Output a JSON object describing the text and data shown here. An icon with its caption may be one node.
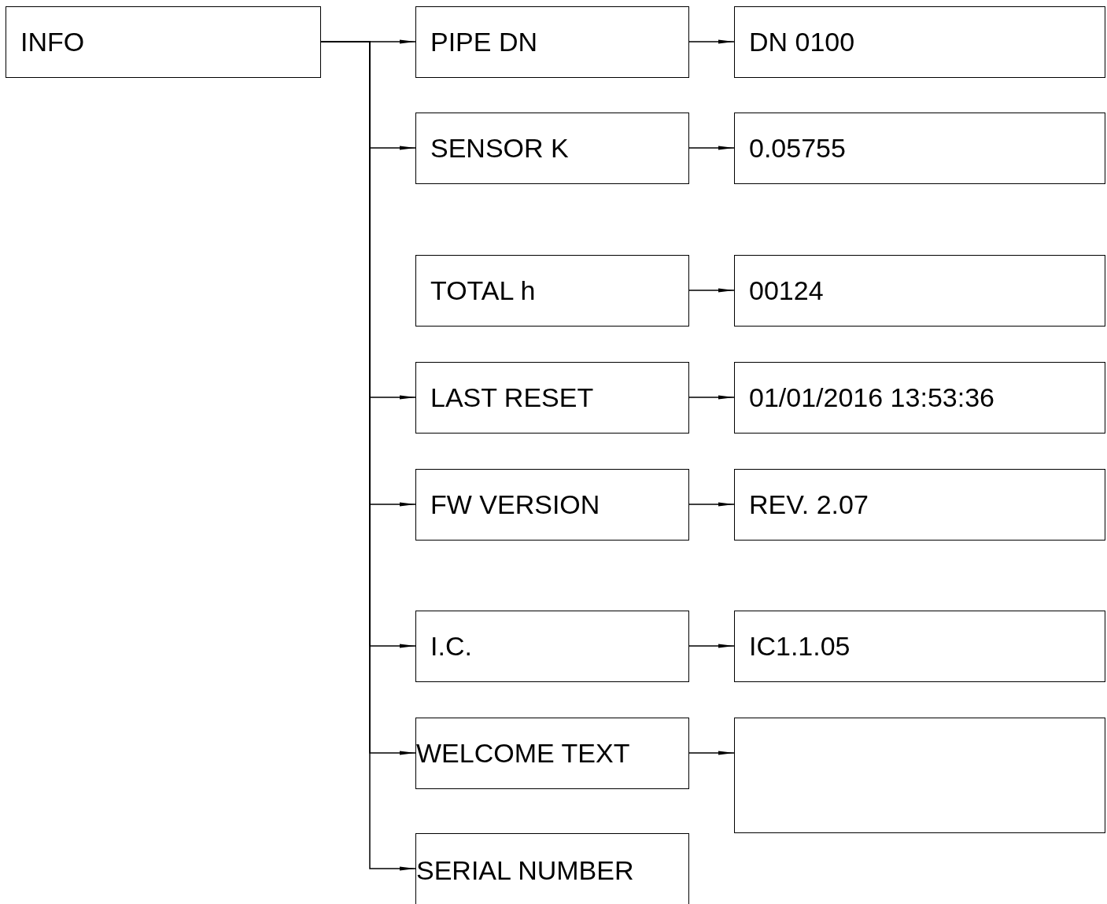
{
  "diagram": {
    "nodes": [
      {
        "text": [
          "INFO"
        ]
      },
      {
        "text": [
          "PIPE DN"
        ]
      },
      {
        "text": [
          "DN 0100"
        ]
      },
      {
        "text": [
          "SENSOR K"
        ]
      },
      {
        "text": [
          "0.05755"
        ]
      },
      {
        "text": [
          "TOTAL h"
        ]
      },
      {
        "text": [
          "00124"
        ]
      },
      {
        "text": [
          "LAST RESET"
        ]
      },
      {
        "text": [
          "01/01/2016 13:53:36"
        ]
      },
      {
        "text": [
          "FW VERSION"
        ]
      },
      {
        "text": [
          "REV. 2.07"
        ]
      },
      {
        "text": [
          "I.C."
        ]
      },
      {
        "text": [
          "IC1.1.05"
        ]
      },
      {
        "text": [
          "WELCOME TEXT"
        ]
      },
      {
        "text": [],
        "shape": "box"
      },
      {
        "text": [
          "SERIAL NUMBER"
        ]
      }
    ],
    "edges": [
      {
        "from": 0,
        "to": 1,
        "arrow": "to"
      },
      {
        "from": 1,
        "to": 2,
        "arrow": "to"
      },
      {
        "from": 0,
        "to": 3,
        "arrow": "to"
      },
      {
        "from": 3,
        "to": 4,
        "arrow": "to"
      },
      {
        "from": 5,
        "to": 6,
        "arrow": "to"
      },
      {
        "from": 0,
        "to": 7,
        "arrow": "to"
      },
      {
        "from": 7,
        "to": 8,
        "arrow": "to"
      },
      {
        "from": 0,
        "to": 9,
        "arrow": "to"
      },
      {
        "from": 9,
        "to": 10,
        "arrow": "to"
      },
      {
        "from": 0,
        "to": 11,
        "arrow": "to"
      },
      {
        "from": 11,
        "to": 12,
        "arrow": "to"
      },
      {
        "from": 0,
        "to": 13,
        "arrow": "to"
      },
      {
        "from": 13,
        "to": 14,
        "arrow": "to"
      },
      {
        "from": 0,
        "to": 15,
        "arrow": "to"
      }
    ]
  }
}
